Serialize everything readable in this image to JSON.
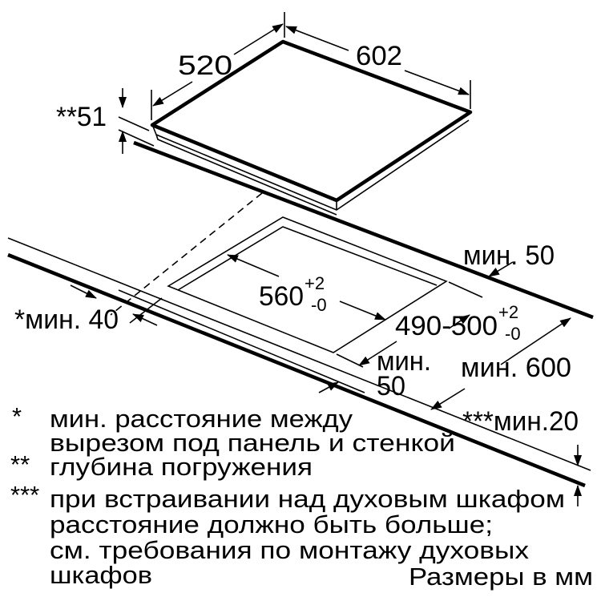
{
  "diagram": {
    "dimensions": {
      "hob_depth": "520",
      "hob_width": "602",
      "immersion_depth": "**51",
      "back_clearance": "мин. 50",
      "cutout_width": "560",
      "cutout_width_tol_plus": "+2",
      "cutout_width_tol_minus": "-0",
      "wall_clearance": "*мин. 40",
      "cutout_depth": "490-500",
      "cutout_depth_tol_plus": "+2",
      "cutout_depth_tol_minus": "-0",
      "front_clearance_line1": "мин.",
      "front_clearance_line2": "50",
      "worktop_depth": "мин. 600",
      "worktop_thickness": "***мин.20"
    },
    "notes": [
      {
        "marker": "*",
        "lines": [
          "мин. расстояние между",
          "вырезом под панель и стенкой"
        ]
      },
      {
        "marker": "**",
        "lines": [
          "глубина погружения"
        ]
      },
      {
        "marker": "***",
        "lines": [
          "при встраивании над духовым шкафом",
          "расстояние должно быть больше;",
          "см. требования по монтажу духовых",
          "шкафов"
        ]
      }
    ],
    "units": "Размеры в мм"
  }
}
